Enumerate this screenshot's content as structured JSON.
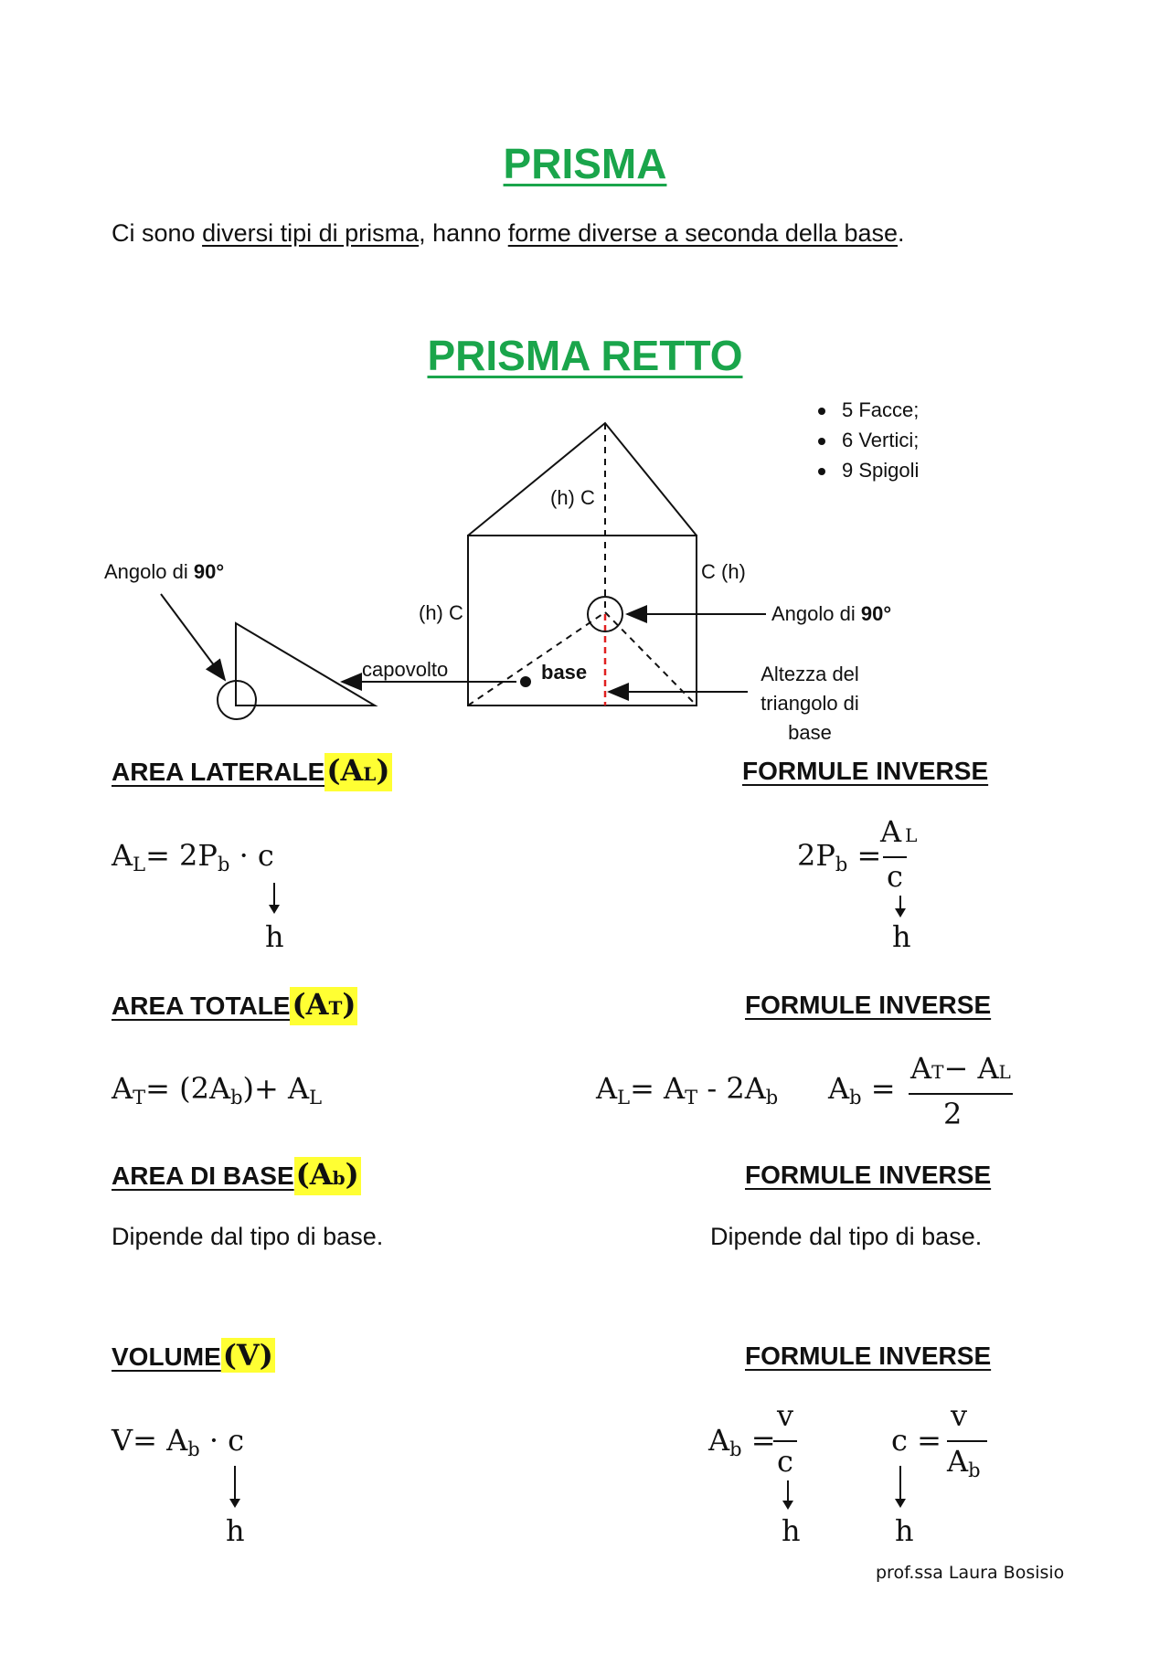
{
  "title": "PRISMA",
  "intro": {
    "p1": "Ci sono ",
    "u1": "diversi tipi di prisma",
    "p2": ", hanno ",
    "u2": "forme diverse a seconda della base",
    "p3": "."
  },
  "subtitle": "PRISMA RETTO",
  "bullets": [
    "5 Facce;",
    "6 Vertici;",
    "9 Spigoli"
  ],
  "diagram": {
    "h_c_top": "(h) C",
    "c_h_right": "C (h)",
    "h_c_left": "(h) C",
    "angle_left_prefix": "Angolo di ",
    "angle_left_bold": "90°",
    "angle_right_prefix": "Angolo di ",
    "angle_right_bold": "90°",
    "capovolto": "capovolto",
    "base": "base",
    "altezza_1": "Altezza del",
    "altezza_2": "triangolo di",
    "altezza_3": "base"
  },
  "sections": {
    "lateral": {
      "label": "AREA LATERALE",
      "sym": "A",
      "sub": "L",
      "inverse": "FORMULE INVERSE"
    },
    "total": {
      "label": "AREA TOTALE",
      "sym": "A",
      "sub": "T",
      "inverse": "FORMULE INVERSE"
    },
    "base": {
      "label": "AREA DI BASE",
      "sym": "A",
      "sub": "b",
      "inverse": "FORMULE INVERSE",
      "left_text": "Dipende dal tipo di base.",
      "right_text": "Dipende dal tipo di base."
    },
    "volume": {
      "label": "VOLUME",
      "sym": "V",
      "inverse": "FORMULE INVERSE"
    }
  },
  "formulas": {
    "h": "h",
    "lat": {
      "a": "A",
      "l": "L",
      "eq": "= 2P",
      "b": "b",
      "rest": " · c"
    },
    "lat_inv": {
      "lhs": "2P",
      "b": "b",
      "eq": " =",
      "num": "A",
      "num_sub": "L",
      "den": "c"
    },
    "tot": {
      "a": "A",
      "t": "T",
      "eq": "= (2A",
      "b": "b",
      "rest": ")+ A",
      "l": "L"
    },
    "tot_inv1": {
      "a": "A",
      "l": "L",
      "eq": "= A",
      "t": "T",
      "mid": " - 2A",
      "b": "b"
    },
    "tot_inv2": {
      "a": "A",
      "b": "b",
      "eq": " =",
      "num_a": "A",
      "num_t": "T",
      "num_minus": "− A",
      "num_l": "L",
      "den": "2"
    },
    "vol": {
      "v": "V= A",
      "b": "b",
      "rest": " · c"
    },
    "vol_inv1": {
      "a": "A",
      "b": "b",
      "eq": " =",
      "num": "v",
      "den": "c"
    },
    "vol_inv2": {
      "c": "c =",
      "num": "v",
      "den_a": "A",
      "den_b": "b"
    }
  },
  "author": "prof.ssa Laura Bosisio"
}
